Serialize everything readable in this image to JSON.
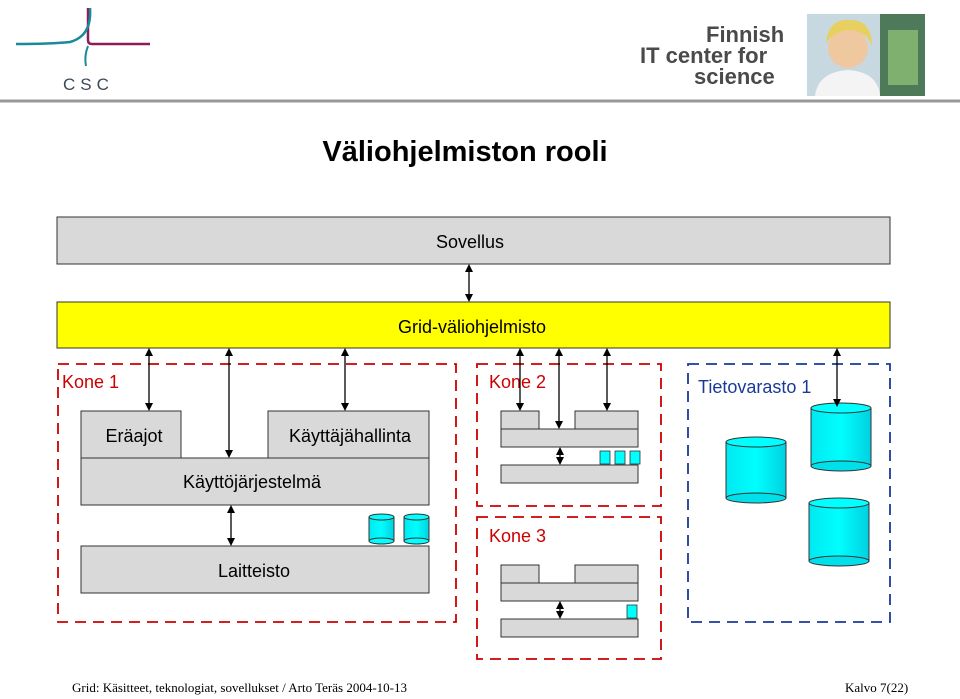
{
  "header": {
    "csc_logo_text": "CSC",
    "tagline_lines": [
      "Finnish",
      "IT center for",
      "science"
    ],
    "photo_icon": "person-photo"
  },
  "slide_title": "Väliohjelmiston rooli",
  "diagram": {
    "application_label": "Sovellus",
    "middleware_label": "Grid-väliohjelmisto",
    "machine1": {
      "label": "Kone 1",
      "batch_jobs": "Eräajot",
      "user_mgmt": "Käyttäjähallinta",
      "os": "Käyttöjärjestelmä",
      "hardware": "Laitteisto"
    },
    "machine2_label": "Kone 2",
    "machine3_label": "Kone 3",
    "storage1_label": "Tietovarasto 1",
    "colors": {
      "middleware_fill": "#ffff00",
      "storage_fill": "#00ffff",
      "machine_border": "#cc0000",
      "storage_border": "#1a3a9a",
      "box_fill": "#d9d9d9"
    }
  },
  "footer": {
    "left_text": "Grid: Käsitteet, teknologiat, sovellukset / Arto Teräs 2004-10-13",
    "right_text": "Kalvo 7(22)"
  }
}
